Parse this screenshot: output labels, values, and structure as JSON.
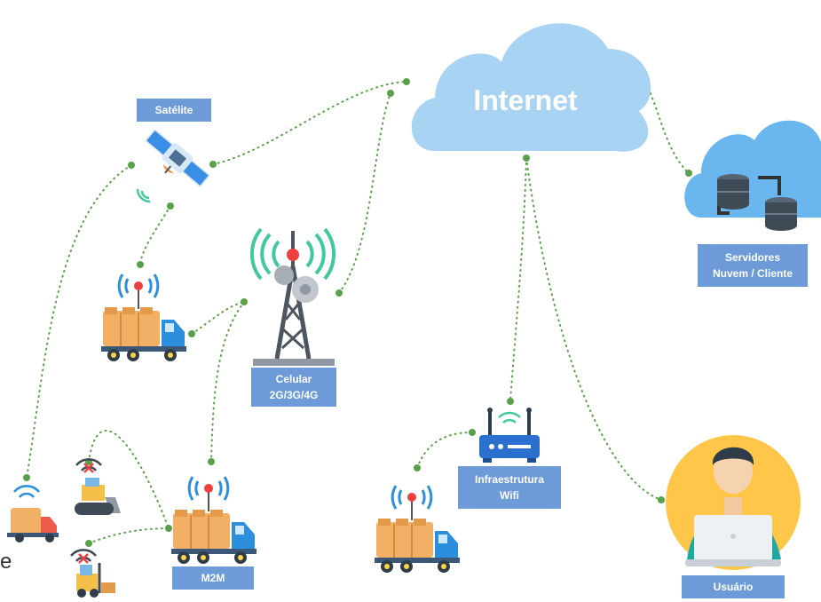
{
  "colors": {
    "label_bg": "#6d9bd8",
    "connector": "#5aa04a",
    "cloud": "#a8d3f3",
    "truck_cargo": "#f2b066",
    "truck_cab": "#2b8fdd",
    "tower_signal": "#40c9a0",
    "user_bg": "#ffc64a"
  },
  "cloud": {
    "title": "Internet"
  },
  "labels": {
    "satellite": "Satélite",
    "cellular": [
      "Celular",
      "2G/3G/4G"
    ],
    "servers": [
      "Servidores",
      "Nuvem / Cliente"
    ],
    "wifi": [
      "Infraestrutura",
      "Wifi"
    ],
    "m2m": "M2M",
    "user": "Usuário"
  },
  "edge_text": "e",
  "icons": [
    "satellite-icon",
    "cell-tower-icon",
    "server-cloud-icon",
    "wifi-router-icon",
    "truck-icon",
    "delivery-van-icon",
    "bulldozer-icon",
    "forklift-icon",
    "user-laptop-icon"
  ]
}
